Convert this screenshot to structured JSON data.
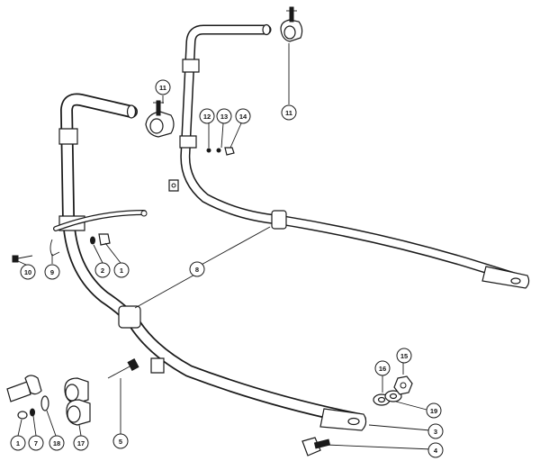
{
  "colors": {
    "ink": "#1a1a1a",
    "paper": "#ffffff"
  },
  "callouts": {
    "c11_top": "11",
    "c11_mid": "11",
    "c12": "12",
    "c13": "13",
    "c14": "14",
    "c8": "8",
    "c10": "10",
    "c9": "9",
    "c2": "2",
    "c1_mid": "1",
    "c16": "16",
    "c15": "15",
    "c19": "19",
    "c3": "3",
    "c4": "4",
    "c5": "5",
    "c1_bot": "1",
    "c7": "7",
    "c18": "18",
    "c17": "17"
  }
}
